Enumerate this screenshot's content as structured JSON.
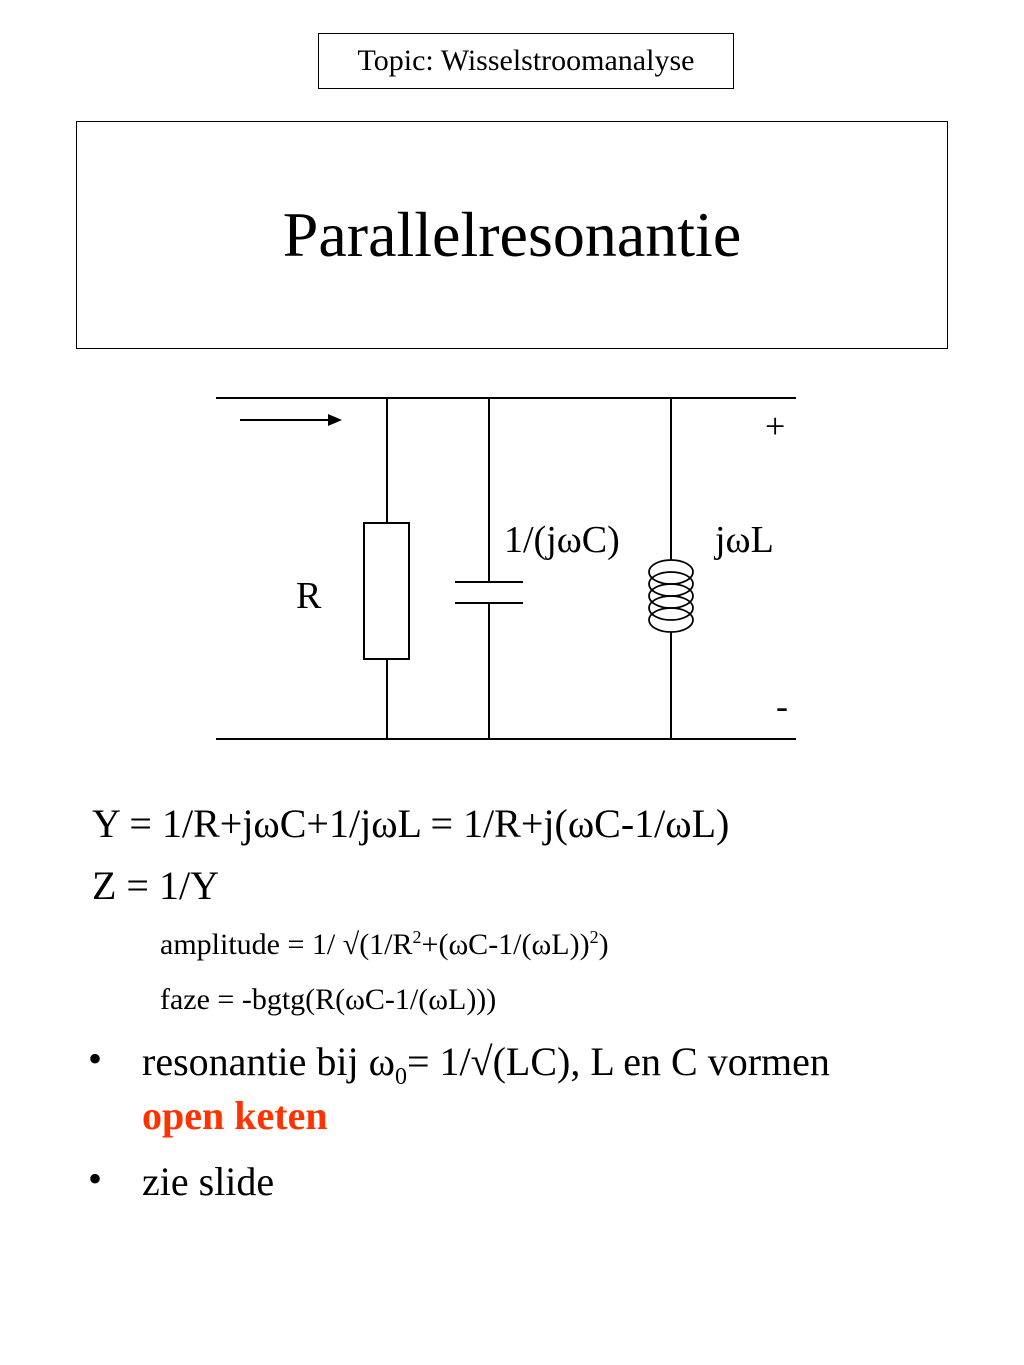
{
  "topic": {
    "label": "Topic: Wisselstroomanalyse"
  },
  "slide": {
    "title": "Parallelresonantie"
  },
  "circuit": {
    "plus": "+",
    "minus": "-",
    "resistor_label": "R",
    "capacitor_label": "1/(jωC)",
    "inductor_label": "jωL"
  },
  "equations": {
    "admittance": "Y = 1/R+jωC+1/jωL = 1/R+j(ωC-1/ωL)",
    "impedance": "Z = 1/Y",
    "amplitude_prefix": "amplitude = 1/ √(1/R",
    "amplitude_exp1": "2",
    "amplitude_middle": "+(ωC-1/(ωL))",
    "amplitude_exp2": "2",
    "amplitude_suffix": ")",
    "phase": "faze = -bgtg(R(ωC-1/(ωL)))"
  },
  "bullets": {
    "symbol": "•",
    "item1_prefix": "resonantie bij ω",
    "item1_sub": "0",
    "item1_suffix": "= 1/√(LC), L en C vormen",
    "item1_highlight": "open keten",
    "item2": "zie slide"
  },
  "colors": {
    "highlight": "#ff3300"
  }
}
